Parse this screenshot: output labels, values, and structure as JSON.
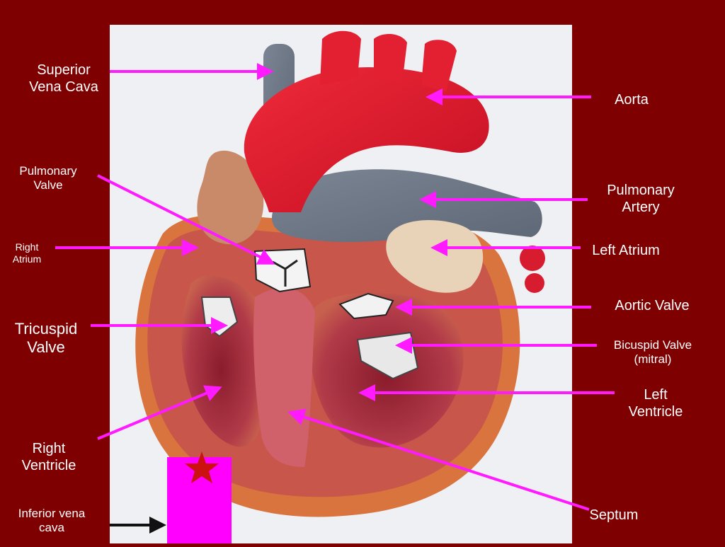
{
  "colors": {
    "background": "#7f0000",
    "photo_background": "#eef0f3",
    "pointer": "#ff1aff",
    "ivc_pointer": "#111111",
    "ivc_marker": "#ff00ff",
    "star": "#cc1111",
    "label_text": "#ffffff"
  },
  "labels": {
    "superior_vena_cava": "Superior\nVena Cava",
    "aorta": "Aorta",
    "pulmonary_valve": "Pulmonary\nValve",
    "pulmonary_artery": "Pulmonary\nArtery",
    "right_atrium": "Right\nAtrium",
    "left_atrium": "Left Atrium",
    "aortic_valve": "Aortic Valve",
    "tricuspid_valve": "Tricuspid\nValve",
    "bicuspid_valve": "Bicuspid Valve\n(mitral)",
    "left_ventricle": "Left\nVentricle",
    "right_ventricle": "Right\nVentricle",
    "inferior_vena_cava": "Inferior vena\ncava",
    "septum": "Septum"
  }
}
